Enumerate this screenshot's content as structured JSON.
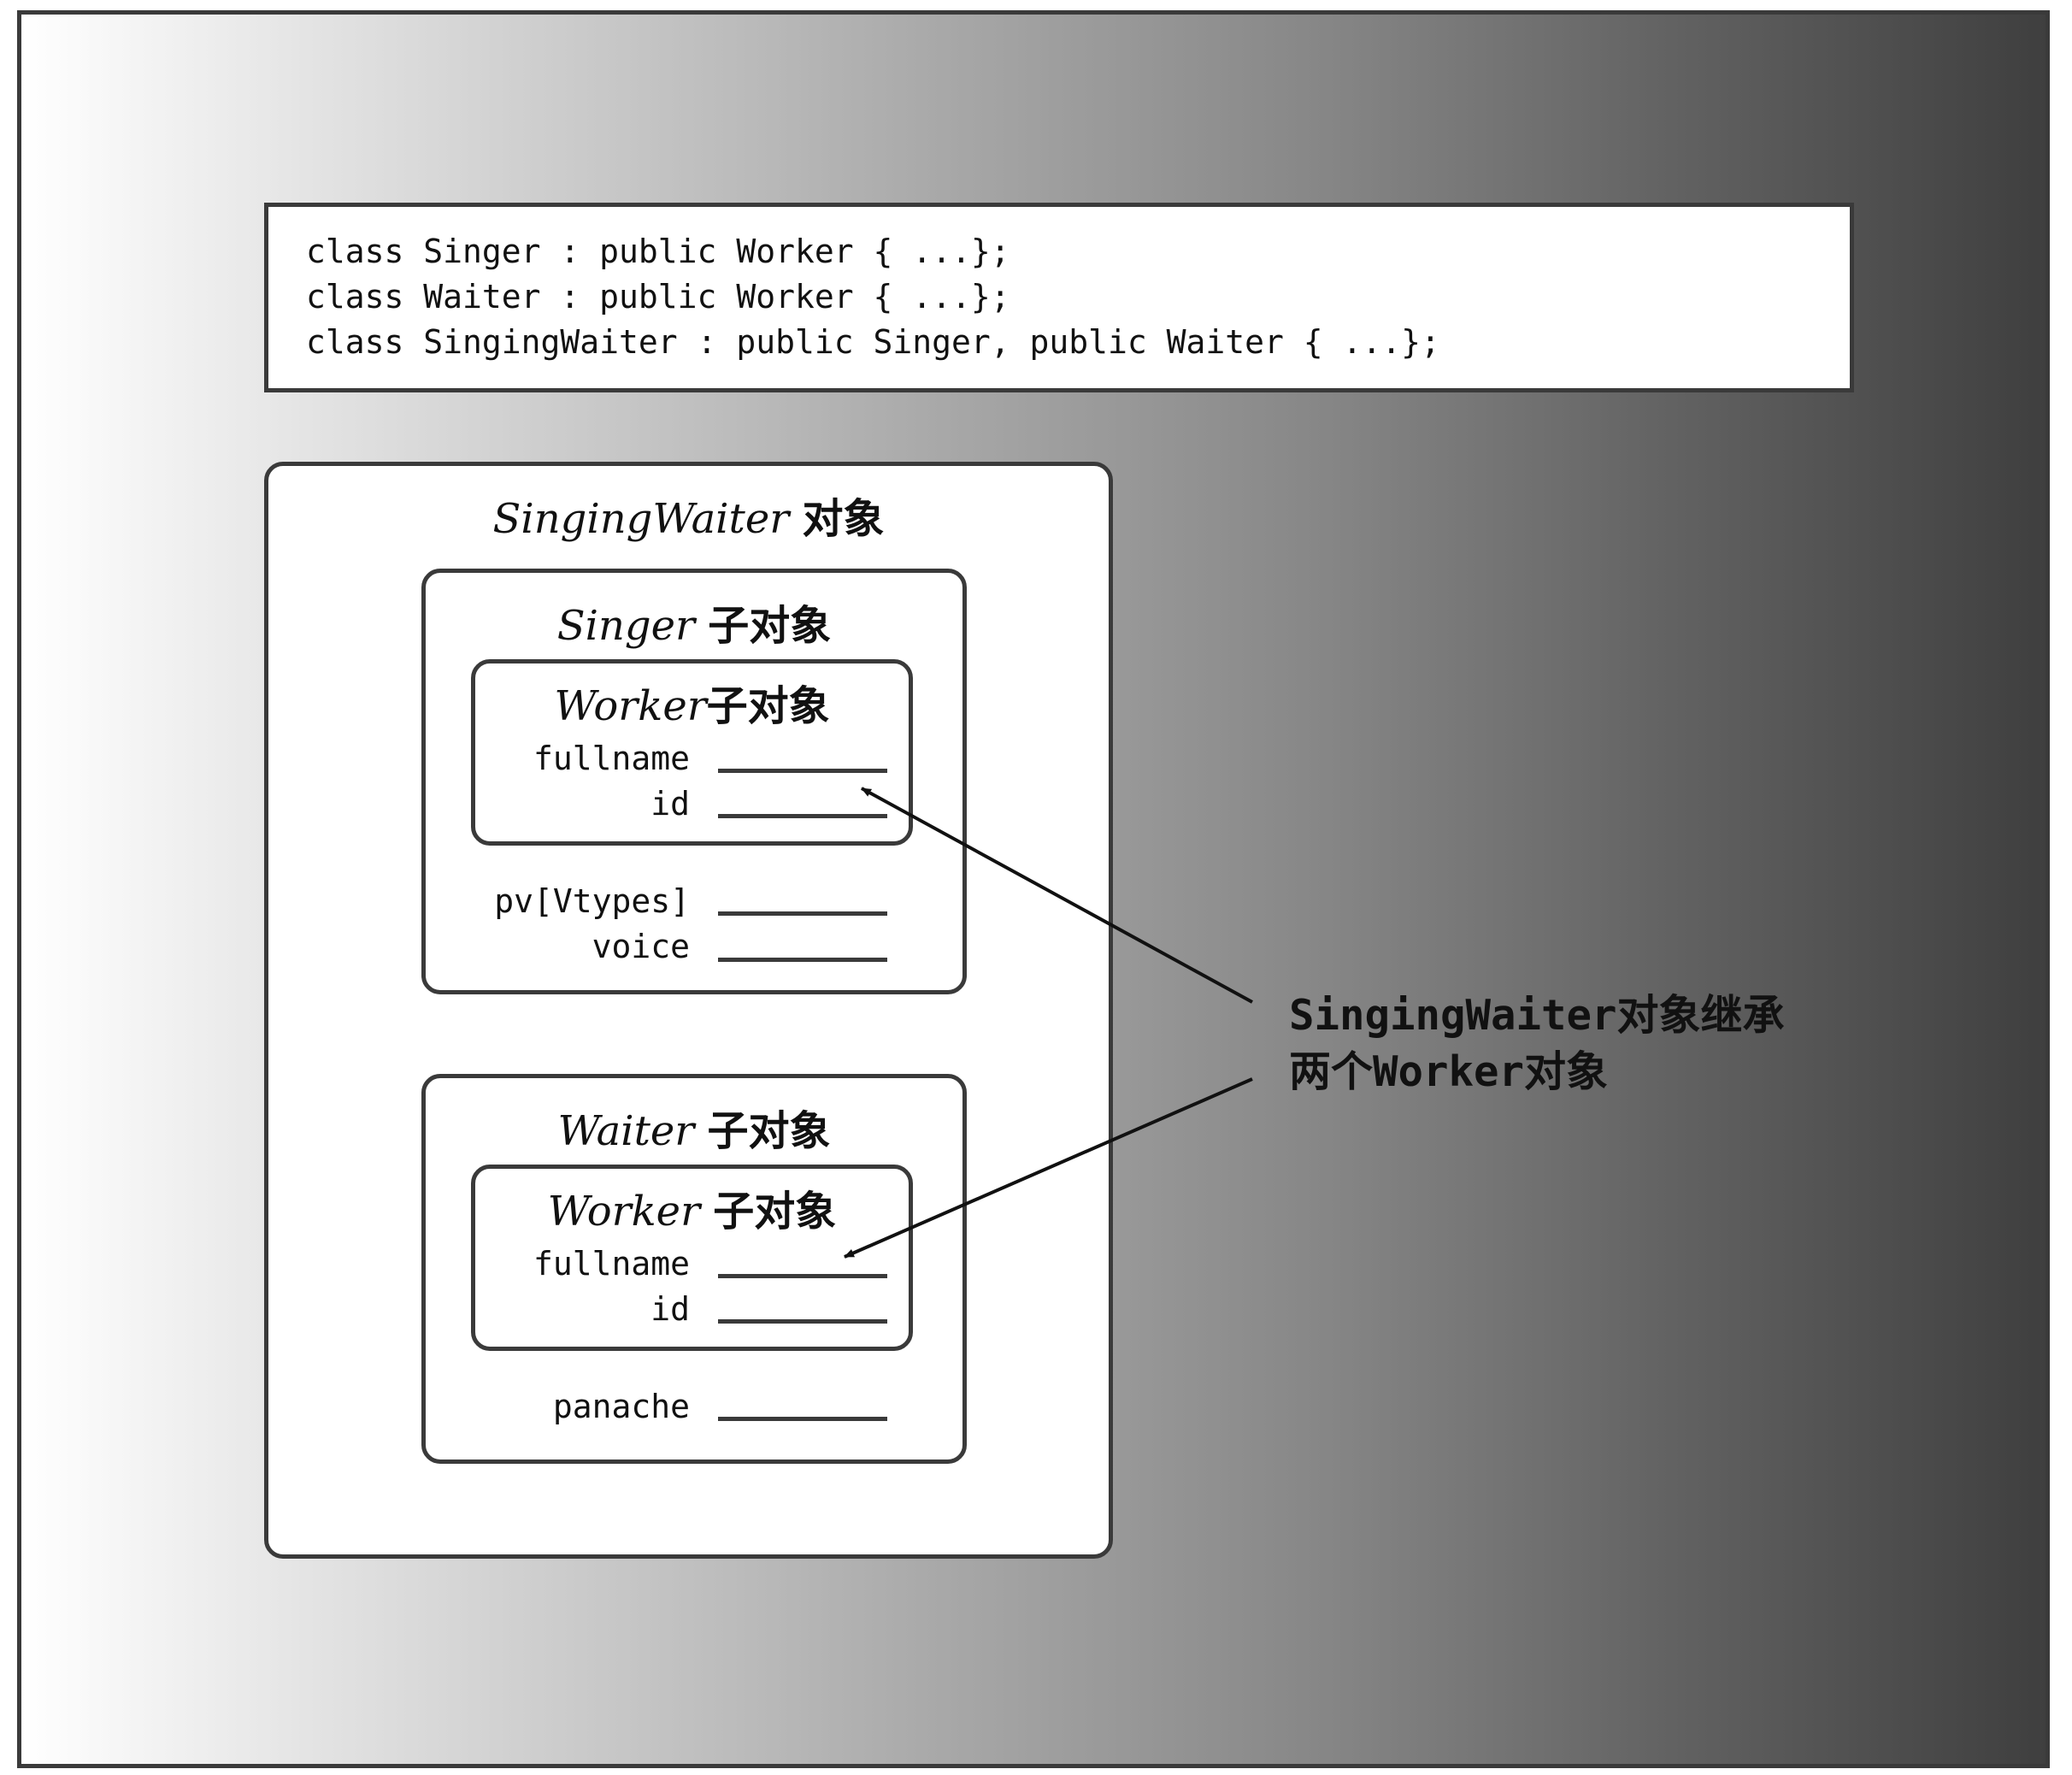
{
  "code": {
    "lines": [
      "class Singer : public Worker { ...};",
      "class Waiter : public Worker { ...};",
      "class SingingWaiter : public Singer, public Waiter { ...};"
    ]
  },
  "outer": {
    "class_name": "SingingWaiter",
    "suffix": "对象"
  },
  "singer": {
    "class_name": "Singer",
    "suffix": "子对象",
    "worker": {
      "class_name": "Worker",
      "suffix": "子对象",
      "fields": [
        "fullname",
        "id"
      ]
    },
    "fields": [
      "pv[Vtypes]",
      "voice"
    ]
  },
  "waiter": {
    "class_name": "Waiter",
    "suffix": "子对象",
    "worker": {
      "class_name": "Worker",
      "suffix": "子对象",
      "fields": [
        "fullname",
        "id"
      ]
    },
    "fields": [
      "panache"
    ]
  },
  "annotation": {
    "lines": [
      "SingingWaiter对象继承",
      "两个Worker对象"
    ]
  }
}
